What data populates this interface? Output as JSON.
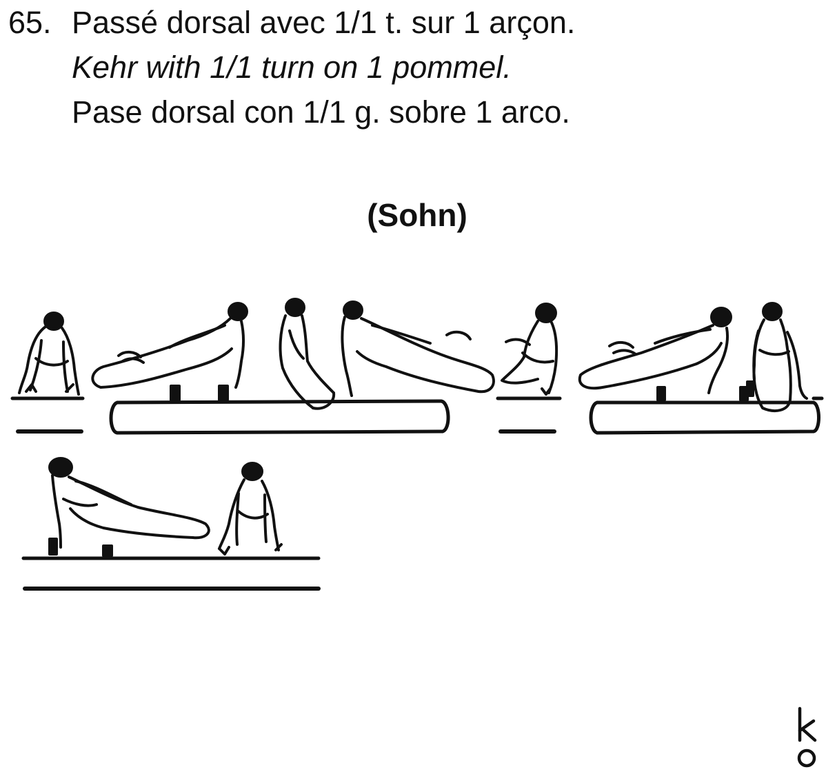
{
  "element": {
    "number": "65.",
    "title_fr": "Passé dorsal avec 1/1 t. sur 1 arçon.",
    "title_en": "Kehr with 1/1 turn on 1 pommel.",
    "title_es": "Pase dorsal con 1/1 g. sobre 1 arco."
  },
  "name_tag": "(Sohn)",
  "illustration": {
    "apparatus": "pommel-horse",
    "frames": 9
  },
  "corner_mark": "ko"
}
